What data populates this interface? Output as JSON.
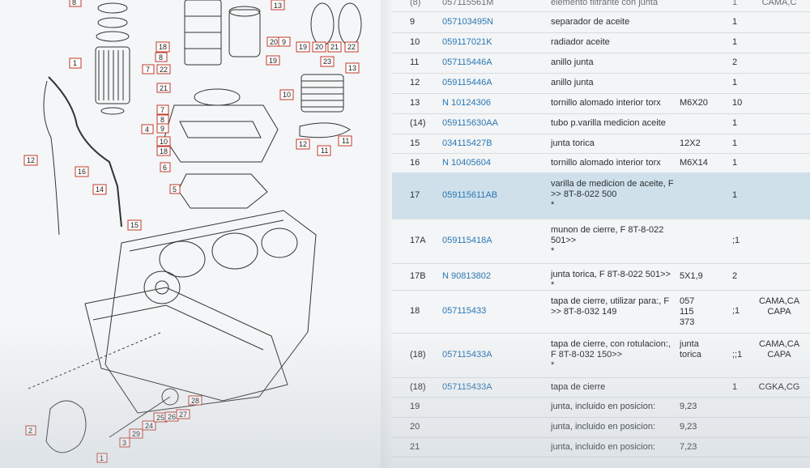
{
  "colors": {
    "accent_link": "#2a77b5",
    "selection": "#cfe0ea",
    "callout_red": "#c0392b"
  },
  "diagram": {
    "callouts": [
      "8",
      "13",
      "18",
      "8",
      "7",
      "22",
      "21",
      "19",
      "20",
      "9",
      "19",
      "20",
      "21",
      "22",
      "23",
      "10",
      "12",
      "11",
      "11",
      "13",
      "4",
      "7",
      "8",
      "9",
      "10",
      "18",
      "6",
      "5",
      "1",
      "12",
      "16",
      "14",
      "15",
      "3",
      "29",
      "24",
      "25",
      "26",
      "27",
      "28",
      "2",
      "1"
    ]
  },
  "table": {
    "rows": [
      {
        "pos": "(8)",
        "part": "057115561M",
        "desc": "elemento filtrante con junta",
        "extra": "",
        "qty": "1",
        "rem": "CAMA,C",
        "faded": true
      },
      {
        "pos": "9",
        "part": "057103495N",
        "desc": "separador de aceite",
        "extra": "",
        "qty": "1",
        "rem": ""
      },
      {
        "pos": "10",
        "part": "059117021K",
        "desc": "radiador aceite",
        "extra": "",
        "qty": "1",
        "rem": ""
      },
      {
        "pos": "11",
        "part": "057115446A",
        "desc": "anillo junta",
        "extra": "",
        "qty": "2",
        "rem": ""
      },
      {
        "pos": "12",
        "part": "059115446A",
        "desc": "anillo junta",
        "extra": "",
        "qty": "1",
        "rem": ""
      },
      {
        "pos": "13",
        "part": "N 10124306",
        "desc": "tornillo alomado interior torx",
        "extra": "M6X20",
        "qty": "10",
        "rem": ""
      },
      {
        "pos": "(14)",
        "part": "059115630AA",
        "desc": "tubo p.varilla medicion aceite",
        "extra": "",
        "qty": "1",
        "rem": ""
      },
      {
        "pos": "15",
        "part": "034115427B",
        "desc": "junta torica",
        "extra": "12X2",
        "qty": "1",
        "rem": ""
      },
      {
        "pos": "16",
        "part": "N 10405604",
        "desc": "tornillo alomado interior torx",
        "extra": "M6X14",
        "qty": "1",
        "rem": ""
      },
      {
        "pos": "17",
        "part": "059115611AB",
        "desc": "varilla de medicion de aceite, F\n>> 8T-8-022 500\n*",
        "extra": "",
        "qty": "1",
        "rem": "",
        "selected": true
      },
      {
        "pos": "17A",
        "part": "059115418A",
        "desc": "munon de cierre, F 8T-8-022\n501>>\n*",
        "extra": "",
        "qty": ";1",
        "rem": ""
      },
      {
        "pos": "17B",
        "part": "N 90813802",
        "desc": "junta torica, F 8T-8-022 501>>\n*",
        "extra": "5X1,9",
        "qty": "2",
        "rem": ""
      },
      {
        "pos": "18",
        "part": "057115433",
        "desc": "tapa de cierre, utilizar para:, F\n>> 8T-8-032 149",
        "extra": "057\n115\n373",
        "qty": ";1",
        "rem": "CAMA,CA\nCAPA"
      },
      {
        "pos": "(18)",
        "part": "057115433A",
        "desc": "tapa de cierre, con rotulacion:,\nF 8T-8-032 150>>\n*",
        "extra": "junta\ntorica",
        "qty": ";;1",
        "rem": "CAMA,CA\nCAPA"
      },
      {
        "pos": "(18)",
        "part": "057115433A",
        "desc": "tapa de cierre",
        "extra": "",
        "qty": "1",
        "rem": "CGKA,CG"
      },
      {
        "pos": "19",
        "part": "",
        "desc": "junta, incluido en posicion:",
        "extra": "9,23",
        "qty": "",
        "rem": ""
      },
      {
        "pos": "20",
        "part": "",
        "desc": "junta, incluido en posicion:",
        "extra": "9,23",
        "qty": "",
        "rem": ""
      },
      {
        "pos": "21",
        "part": "",
        "desc": "junta, incluido en posicion:",
        "extra": "7,23",
        "qty": "",
        "rem": ""
      }
    ]
  }
}
